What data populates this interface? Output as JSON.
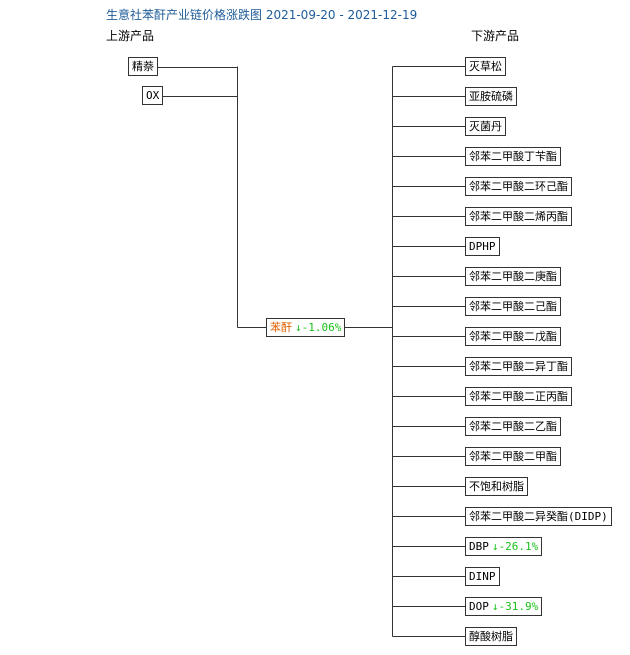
{
  "title": "生意社苯酐产业链价格涨跌图 2021-09-20 - 2021-12-19",
  "upstream_header": "上游产品",
  "downstream_header": "下游产品",
  "upstream": [
    {
      "name": "精萘"
    },
    {
      "name": "OX"
    }
  ],
  "center": {
    "name": "苯酐",
    "change": "↓-1.06%"
  },
  "downstream": [
    {
      "name": "灭草松"
    },
    {
      "name": "亚胺硫磷"
    },
    {
      "name": "灭菌丹"
    },
    {
      "name": "邻苯二甲酸丁苄酯"
    },
    {
      "name": "邻苯二甲酸二环己酯"
    },
    {
      "name": "邻苯二甲酸二烯丙酯"
    },
    {
      "name": "DPHP"
    },
    {
      "name": "邻苯二甲酸二庚酯"
    },
    {
      "name": "邻苯二甲酸二己酯"
    },
    {
      "name": "邻苯二甲酸二戊酯"
    },
    {
      "name": "邻苯二甲酸二异丁酯"
    },
    {
      "name": "邻苯二甲酸二正丙酯"
    },
    {
      "name": "邻苯二甲酸二乙酯"
    },
    {
      "name": "邻苯二甲酸二甲酯"
    },
    {
      "name": "不饱和树脂"
    },
    {
      "name": "邻苯二甲酸二异癸酯(DIDP)"
    },
    {
      "name": "DBP",
      "change": "↓-26.1%"
    },
    {
      "name": "DINP"
    },
    {
      "name": "DOP",
      "change": "↓-31.9%"
    },
    {
      "name": "醇酸树脂"
    }
  ],
  "colors": {
    "title": "#1f5c99",
    "center_name": "#e06000",
    "change": "#19c219",
    "border": "#333333"
  }
}
